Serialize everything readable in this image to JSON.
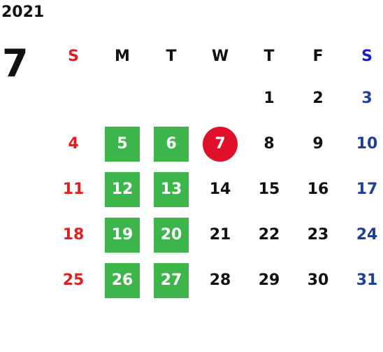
{
  "calendar": {
    "year": "2021",
    "month": "7",
    "weekdays": [
      "S",
      "M",
      "T",
      "W",
      "T",
      "F",
      "S"
    ],
    "weeks": [
      [
        "",
        "",
        "",
        "",
        "1",
        "2",
        "3"
      ],
      [
        "4",
        "5",
        "6",
        "7",
        "8",
        "9",
        "10"
      ],
      [
        "11",
        "12",
        "13",
        "14",
        "15",
        "16",
        "17"
      ],
      [
        "18",
        "19",
        "20",
        "21",
        "22",
        "23",
        "24"
      ],
      [
        "25",
        "26",
        "27",
        "28",
        "29",
        "30",
        "31"
      ]
    ],
    "highlighted_days": [
      "5",
      "6",
      "12",
      "13",
      "19",
      "20",
      "26",
      "27"
    ],
    "today": "7",
    "colors": {
      "sunday": "#e02020",
      "saturday_header": "#1c1ccc",
      "saturday": "#1e3f9a",
      "highlight": "#3cb54a",
      "today": "#e0102a"
    }
  }
}
